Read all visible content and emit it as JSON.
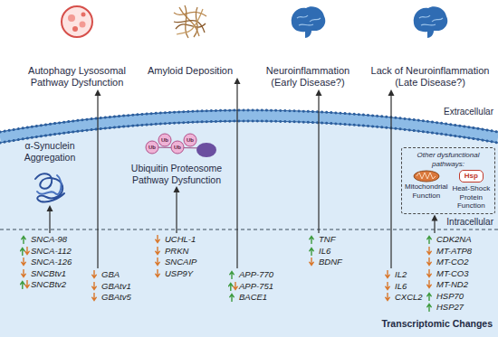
{
  "diagram": {
    "nodes": [
      {
        "text": [
          "Autophagy Lysosomal Pathway Dysfunction"
        ]
      },
      {
        "text": [
          "Amyloid Deposition"
        ]
      },
      {
        "text": [
          "Neuroinflammation (Early Disease?)"
        ]
      },
      {
        "text": [
          "Lack of Neuroinflammation (Late Disease?)"
        ]
      },
      {
        "text": [
          "α-Synuclein Aggregation"
        ]
      },
      {
        "text": [
          "Ubiquitin Proteosome Pathway Dysfunction"
        ]
      },
      {
        "text": [
          "Other dysfunctional pathways:",
          "Mitochondrial Function",
          "Heat-Shock Protein Function"
        ]
      },
      {
        "text": [
          "Hsp"
        ],
        "in": 6
      },
      {
        "text": [
          "SNCA-98",
          "SNCA-112",
          "SNCA-126",
          "SNCBtv1",
          "SNCBtv2"
        ]
      },
      {
        "text": [
          "UCHL-1",
          "PRKN",
          "SNCAIP",
          "USP9Y"
        ]
      },
      {
        "text": [
          "TNF",
          "IL6",
          "BDNF"
        ]
      },
      {
        "text": [
          "CDK2NA",
          "MT-ATP8",
          "MT-CO2",
          "MT-CO3",
          "MT-ND2",
          "HSP70",
          "HSP27"
        ]
      },
      {
        "text": [
          "GBA",
          "GBAtv1",
          "GBAtv5"
        ]
      },
      {
        "text": [
          "APP-770",
          "APP-751",
          "BACE1"
        ]
      },
      {
        "text": [
          "IL2",
          "IL6",
          "CXCL2"
        ]
      }
    ],
    "edges": [
      {
        "from": 8,
        "to": 4,
        "arrow": "to"
      },
      {
        "from": 9,
        "to": 5,
        "arrow": "to"
      },
      {
        "from": 10,
        "to": 2,
        "arrow": "to"
      },
      {
        "from": 11,
        "to": 6,
        "arrow": "to"
      },
      {
        "from": 12,
        "to": 0,
        "arrow": "to"
      },
      {
        "from": 13,
        "to": 1,
        "arrow": "to"
      },
      {
        "from": 14,
        "to": 3,
        "arrow": "to"
      }
    ],
    "labels": [
      "Extracellular",
      "Intracellular",
      "Transcriptomic Changes",
      "Ub",
      "Ub",
      "Ub",
      "Ub"
    ]
  }
}
